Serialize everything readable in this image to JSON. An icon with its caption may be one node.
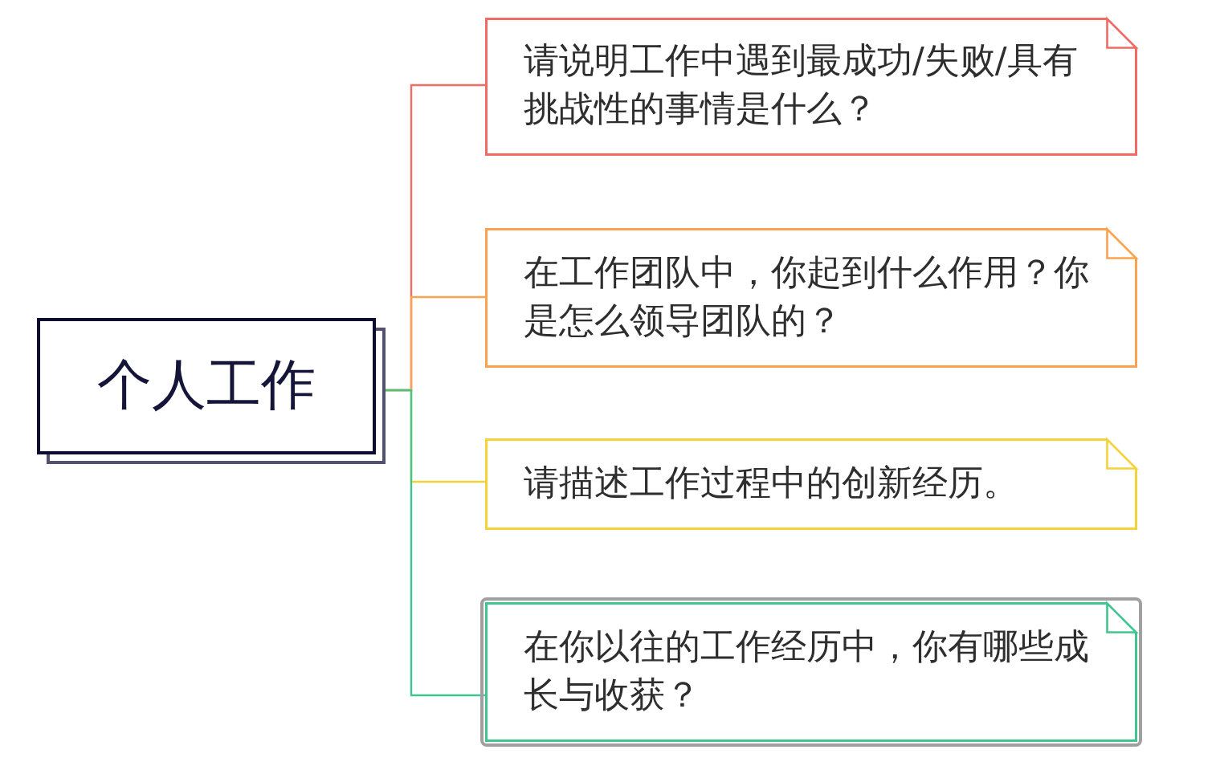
{
  "diagram": {
    "nodes": [
      {
        "text": [
          "个人工作"
        ]
      },
      {
        "text": [
          "请说明工作中遇到最成功/失败/具有挑战性的事情是什么？"
        ]
      },
      {
        "text": [
          "在工作团队中，你起到什么作用？你是怎么领导团队的？"
        ]
      },
      {
        "text": [
          "请描述工作过程中的创新经历。"
        ]
      },
      {
        "text": [
          "在你以往的工作经历中，你有哪些成长与收获？"
        ]
      }
    ],
    "edges": [
      {
        "from": 0,
        "to": 1,
        "arrow": "none",
        "color": "#f26a64"
      },
      {
        "from": 0,
        "to": 2,
        "arrow": "none",
        "color": "#fba24f"
      },
      {
        "from": 0,
        "to": 3,
        "arrow": "none",
        "color": "#f6d23a"
      },
      {
        "from": 0,
        "to": 4,
        "arrow": "none",
        "color": "#40c591"
      }
    ]
  }
}
